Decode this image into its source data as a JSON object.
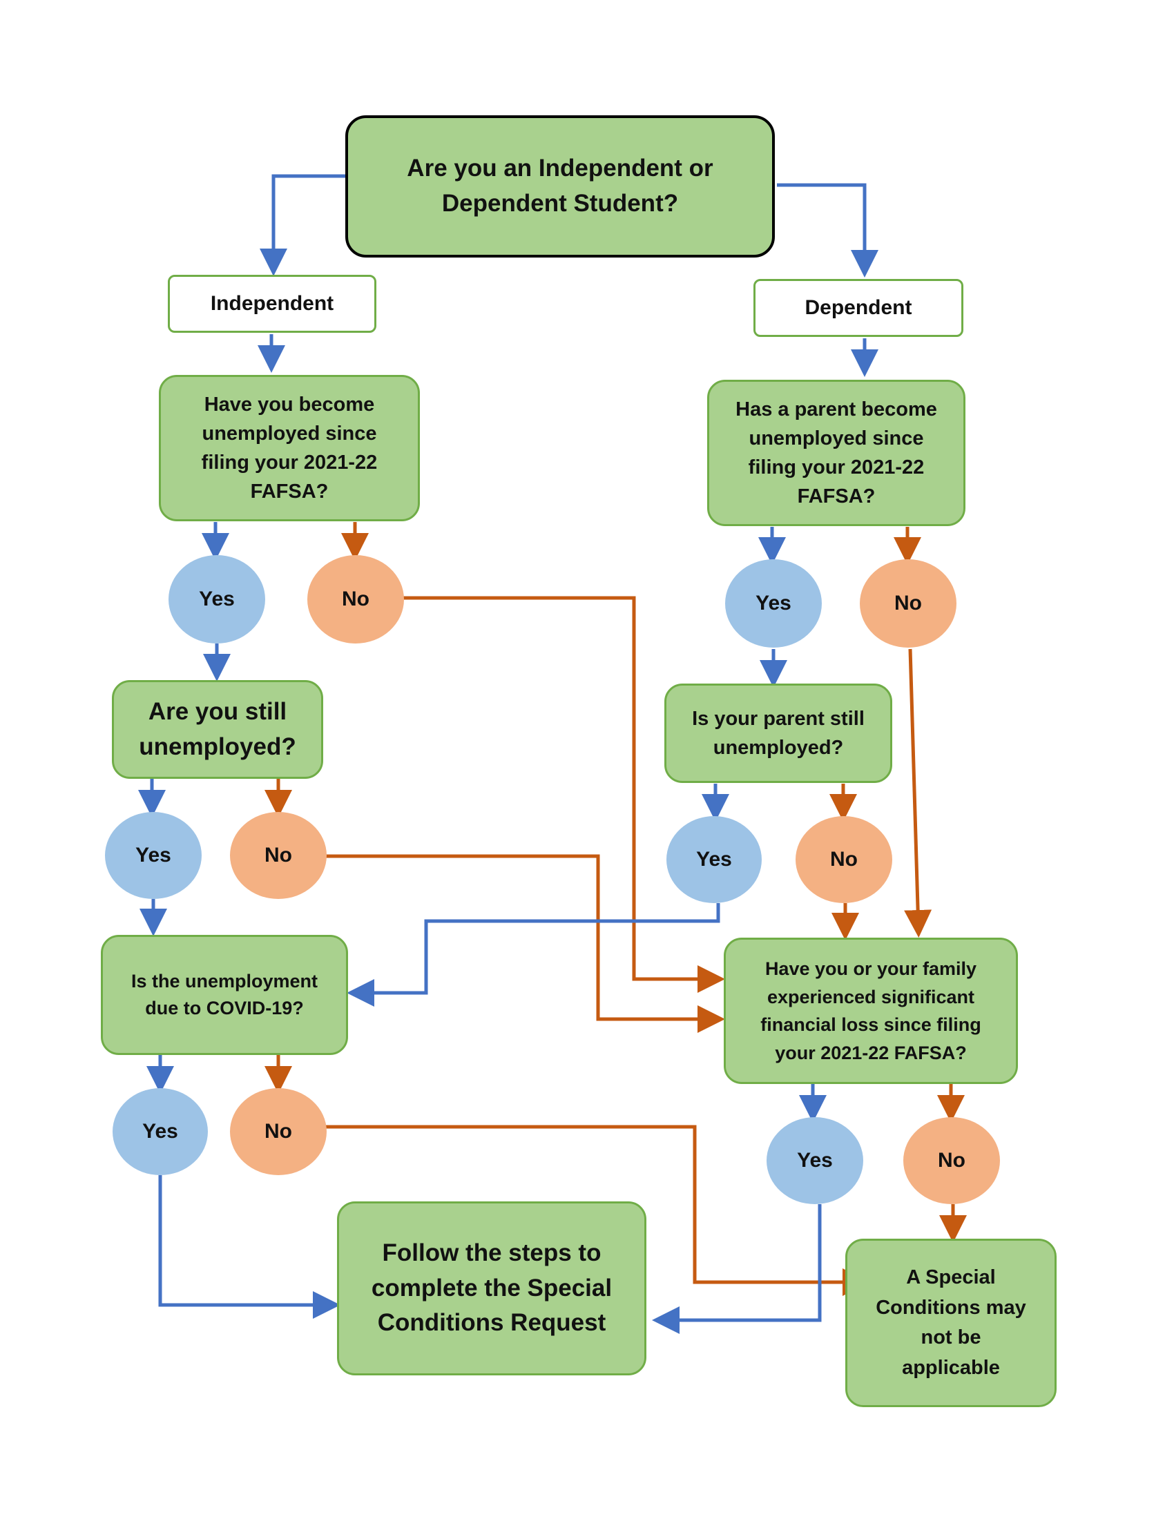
{
  "colors": {
    "box_fill": "#a9d18e",
    "box_border": "#70ad47",
    "yes_fill": "#9dc3e6",
    "no_fill": "#f4b183",
    "yes_arrow": "#4472c4",
    "no_arrow": "#c55a11"
  },
  "top_question": "Are you an Independent or Dependent Student?",
  "independent": {
    "label": "Independent",
    "q1": "Have you become unemployed since filing your 2021-22 FAFSA?",
    "q1_yes": "Yes",
    "q1_no": "No",
    "q2": "Are you still unemployed?",
    "q2_yes": "Yes",
    "q2_no": "No",
    "q3": "Is the unemployment due to COVID-19?",
    "q3_yes": "Yes",
    "q3_no": "No"
  },
  "dependent": {
    "label": "Dependent",
    "q1": "Has a parent become unemployed since filing your 2021-22 FAFSA?",
    "q1_yes": "Yes",
    "q1_no": "No",
    "q2": "Is your parent still unemployed?",
    "q2_yes": "Yes",
    "q2_no": "No"
  },
  "financial_loss": {
    "question": "Have you or your family experienced significant financial loss since filing your 2021-22 FAFSA?",
    "yes": "Yes",
    "no": "No"
  },
  "outcomes": {
    "follow_steps": "Follow the steps to complete the Special Conditions Request",
    "not_applicable": "A Special Conditions may not be applicable"
  }
}
